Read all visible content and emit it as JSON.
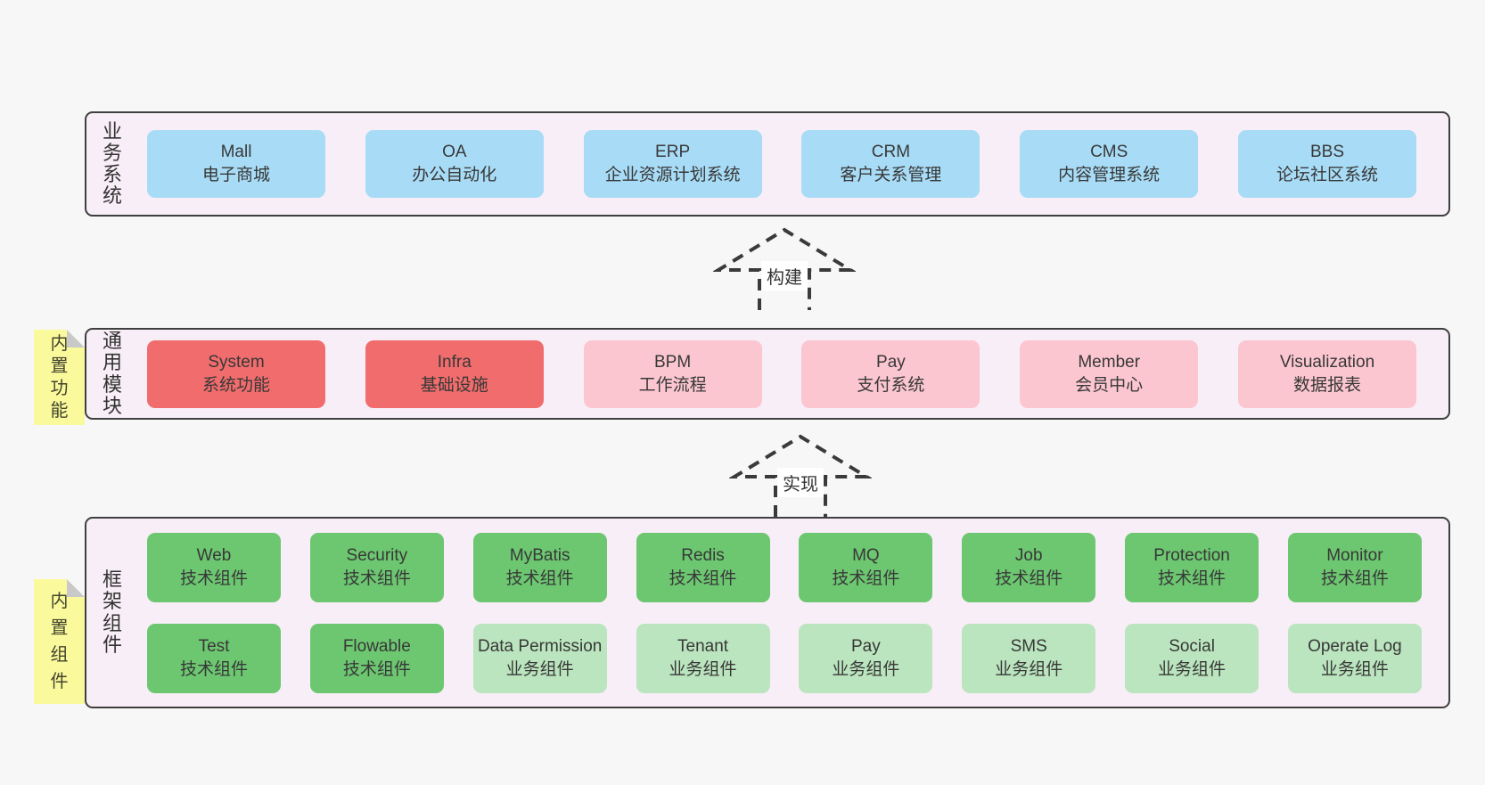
{
  "diagram": {
    "colors": {
      "page_bg": "#f7f7f7",
      "band_fill": "#f8eef7",
      "band_border": "#3f3f3f",
      "blue_box": "#a8dcf6",
      "red_box": "#f16c6c",
      "pink_box": "#fbc6d0",
      "green_box": "#6cc770",
      "light_green_box": "#bbe5be",
      "sticky_yellow": "#fafa9d",
      "sticky_fold_gray": "#c9c9c9"
    },
    "arrows": [
      {
        "label": "构建"
      },
      {
        "label": "实现"
      }
    ],
    "bands": [
      {
        "label": "业务系统",
        "boxes": [
          {
            "name": "Mall",
            "desc": "电子商城"
          },
          {
            "name": "OA",
            "desc": "办公自动化"
          },
          {
            "name": "ERP",
            "desc": "企业资源计划系统"
          },
          {
            "name": "CRM",
            "desc": "客户关系管理"
          },
          {
            "name": "CMS",
            "desc": "内容管理系统"
          },
          {
            "name": "BBS",
            "desc": "论坛社区系统"
          }
        ]
      },
      {
        "label": "通用模块",
        "sticky": "内置功能",
        "boxes": [
          {
            "name": "System",
            "desc": "系统功能",
            "variant": "red"
          },
          {
            "name": "Infra",
            "desc": "基础设施",
            "variant": "red"
          },
          {
            "name": "BPM",
            "desc": "工作流程",
            "variant": "pink"
          },
          {
            "name": "Pay",
            "desc": "支付系统",
            "variant": "pink"
          },
          {
            "name": "Member",
            "desc": "会员中心",
            "variant": "pink"
          },
          {
            "name": "Visualization",
            "desc": "数据报表",
            "variant": "pink"
          }
        ]
      },
      {
        "label": "框架组件",
        "sticky": "内置组件",
        "rows": [
          [
            {
              "name": "Web",
              "desc": "技术组件",
              "variant": "green"
            },
            {
              "name": "Security",
              "desc": "技术组件",
              "variant": "green"
            },
            {
              "name": "MyBatis",
              "desc": "技术组件",
              "variant": "green"
            },
            {
              "name": "Redis",
              "desc": "技术组件",
              "variant": "green"
            },
            {
              "name": "MQ",
              "desc": "技术组件",
              "variant": "green"
            },
            {
              "name": "Job",
              "desc": "技术组件",
              "variant": "green"
            },
            {
              "name": "Protection",
              "desc": "技术组件",
              "variant": "green"
            },
            {
              "name": "Monitor",
              "desc": "技术组件",
              "variant": "green"
            }
          ],
          [
            {
              "name": "Test",
              "desc": "技术组件",
              "variant": "green"
            },
            {
              "name": "Flowable",
              "desc": "技术组件",
              "variant": "green"
            },
            {
              "name": "Data Permission",
              "desc": "业务组件",
              "variant": "light-green"
            },
            {
              "name": "Tenant",
              "desc": "业务组件",
              "variant": "light-green"
            },
            {
              "name": "Pay",
              "desc": "业务组件",
              "variant": "light-green"
            },
            {
              "name": "SMS",
              "desc": "业务组件",
              "variant": "light-green"
            },
            {
              "name": "Social",
              "desc": "业务组件",
              "variant": "light-green"
            },
            {
              "name": "Operate Log",
              "desc": "业务组件",
              "variant": "light-green"
            }
          ]
        ]
      }
    ]
  }
}
